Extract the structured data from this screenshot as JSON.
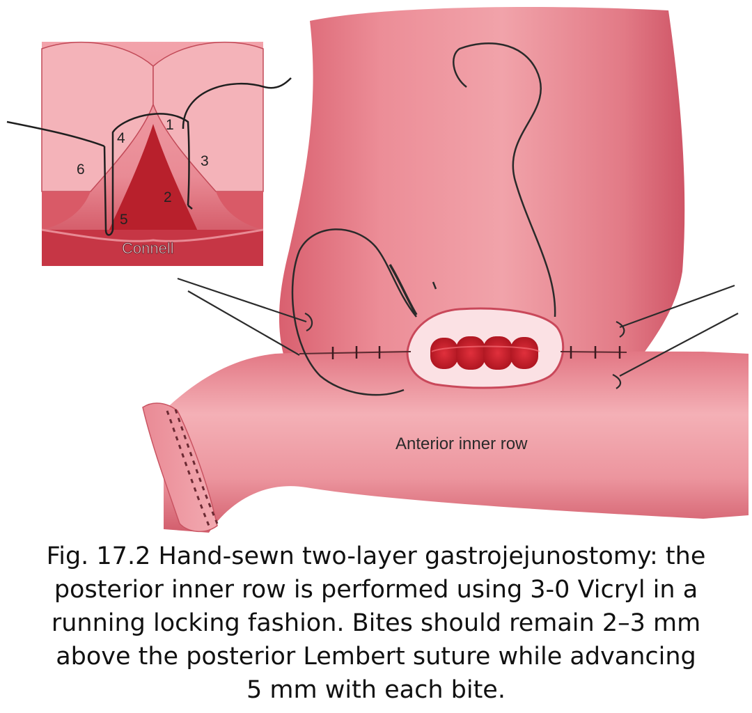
{
  "inset": {
    "labels": [
      "1",
      "2",
      "3",
      "4",
      "5",
      "6"
    ],
    "technique": "Connell"
  },
  "main_label": "Anterior inner row",
  "caption": {
    "lines": [
      "Fig. 17.2 Hand-sewn two-layer gastrojejunostomy: the",
      "posterior inner row is performed using 3-0 Vicryl in a",
      "running locking fashion. Bites should remain 2–3 mm",
      "above the posterior Lembert suture while advancing",
      "5 mm with each bite."
    ]
  }
}
